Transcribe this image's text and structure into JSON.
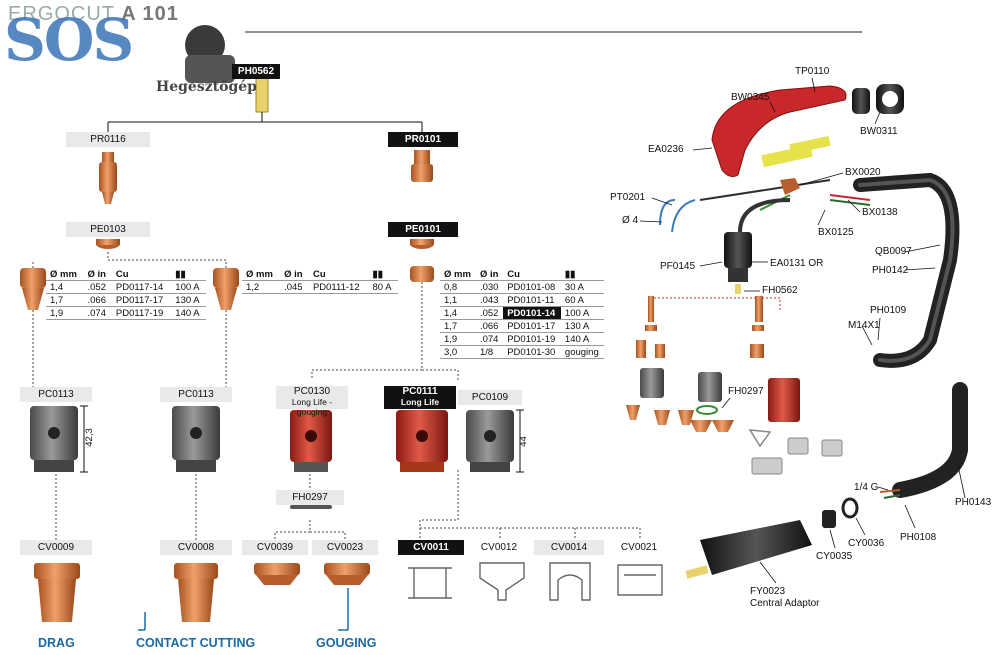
{
  "header": {
    "model_prefix": "ERGOCUT",
    "model_num": "A 101",
    "logo_text": "SOS",
    "logo_sub": "Hegesztőgép"
  },
  "top_part": "PH0562",
  "electrodes": {
    "left": "PR0116",
    "right": "PR0101"
  },
  "diffusers": {
    "left": "PE0103",
    "right": "PE0101"
  },
  "table_headers": [
    "Ø mm",
    "Ø in",
    "Cu",
    "A"
  ],
  "table1": [
    [
      "1,4",
      ".052",
      "PD0117-14",
      "100 A"
    ],
    [
      "1,7",
      ".066",
      "PD0117-17",
      "130 A"
    ],
    [
      "1,9",
      ".074",
      "PD0117-19",
      "140 A"
    ]
  ],
  "table2": [
    [
      "1,2",
      ".045",
      "PD0111-12",
      "80 A"
    ]
  ],
  "table3": [
    [
      "0,8",
      ".030",
      "PD0101-08",
      "30 A"
    ],
    [
      "1,1",
      ".043",
      "PD0101-11",
      "60 A"
    ],
    [
      "1,4",
      ".052",
      "PD0101-14",
      "100 A"
    ],
    [
      "1,7",
      ".066",
      "PD0101-17",
      "130 A"
    ],
    [
      "1,9",
      ".074",
      "PD0101-19",
      "140 A"
    ],
    [
      "3,0",
      "1/8",
      "PD0101-30",
      "gouging"
    ]
  ],
  "caps": {
    "c1": "PC0113",
    "c2": "PC0113",
    "c3": "PC0130",
    "c3_sub": "Long Life - gouging",
    "c4": "PC0111",
    "c4_sub": "Long Life",
    "c5": "PC0109"
  },
  "dims": {
    "d1": "42,3",
    "d2": "44"
  },
  "spacer": "FH0297",
  "nozzles": {
    "n1": "CV0009",
    "n2": "CV0008",
    "n3": "CV0039",
    "n4": "CV0023",
    "n5": "CV0011",
    "n6": "CV0012",
    "n7": "CV0014",
    "n8": "CV0021"
  },
  "categories": {
    "drag": "DRAG",
    "contact": "CONTACT CUTTING",
    "gouging": "GOUGING"
  },
  "torch_parts": {
    "TP0110": "TP0110",
    "BW0345": "BW0345",
    "BW0311": "BW0311",
    "EA0236": "EA0236",
    "BX0020": "BX0020",
    "PT0201": "PT0201",
    "d4": "Ø 4",
    "BX0138": "BX0138",
    "BX0125": "BX0125",
    "QB0097": "QB0097",
    "PF0145": "PF0145",
    "EA0131": "EA0131 OR",
    "PH0142": "PH0142",
    "FH0562": "FH0562",
    "PH0109": "PH0109",
    "M14X1": "M14X1",
    "FH0297": "FH0297",
    "PH0143": "PH0143",
    "G14": "1/4 G",
    "PH0108": "PH0108",
    "CY0036": "CY0036",
    "CY0035": "CY0035",
    "FY0023": "FY0023",
    "FY0023_sub": "Central Adaptor"
  },
  "colors": {
    "copper": "#d9834a",
    "dark_copper": "#b85e2c",
    "red": "#c8282a",
    "grey": "#6e6e6e",
    "accent_blue": "#1a6aa6"
  }
}
